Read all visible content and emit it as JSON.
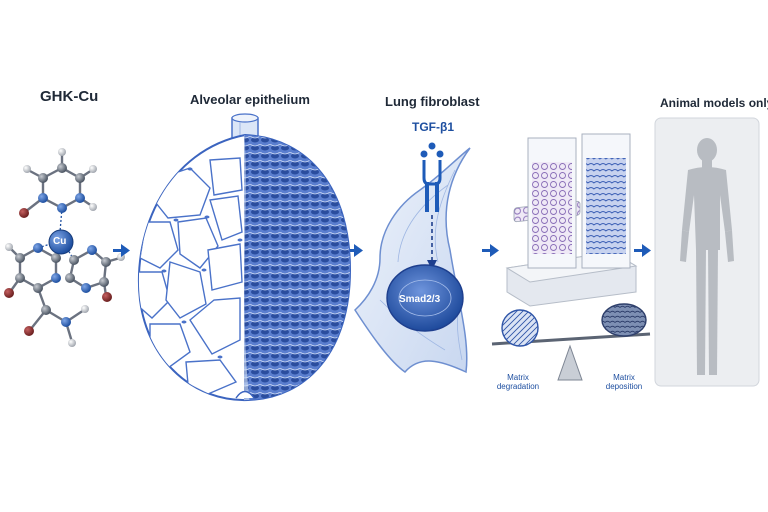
{
  "titles": {
    "molecule": "GHK-Cu",
    "alveolar": "Alveolar epithelium",
    "fibroblast": "Lung fibroblast",
    "animal": "Animal models only"
  },
  "labels": {
    "copper": "Cu",
    "receptor": "TGF-β1",
    "nucleus": "Smad2/3",
    "degradation": "Matrix degradation",
    "deposition": "Matrix deposition"
  },
  "colors": {
    "accent_blue": "#1e5bb8",
    "light_blue": "#dbe6f7",
    "tissue_blue": "#4a72c9",
    "silhouette_gray": "#b8bcc2",
    "panel_gray": "#eceef1",
    "atom_gray": "#6b7280",
    "atom_red": "#8b2e2e",
    "atom_white": "#e5e7eb"
  },
  "icons": {
    "flow_arrow": "right-arrow-icon",
    "figure": "human-silhouette-icon",
    "balance": "seesaw-scale-icon"
  }
}
